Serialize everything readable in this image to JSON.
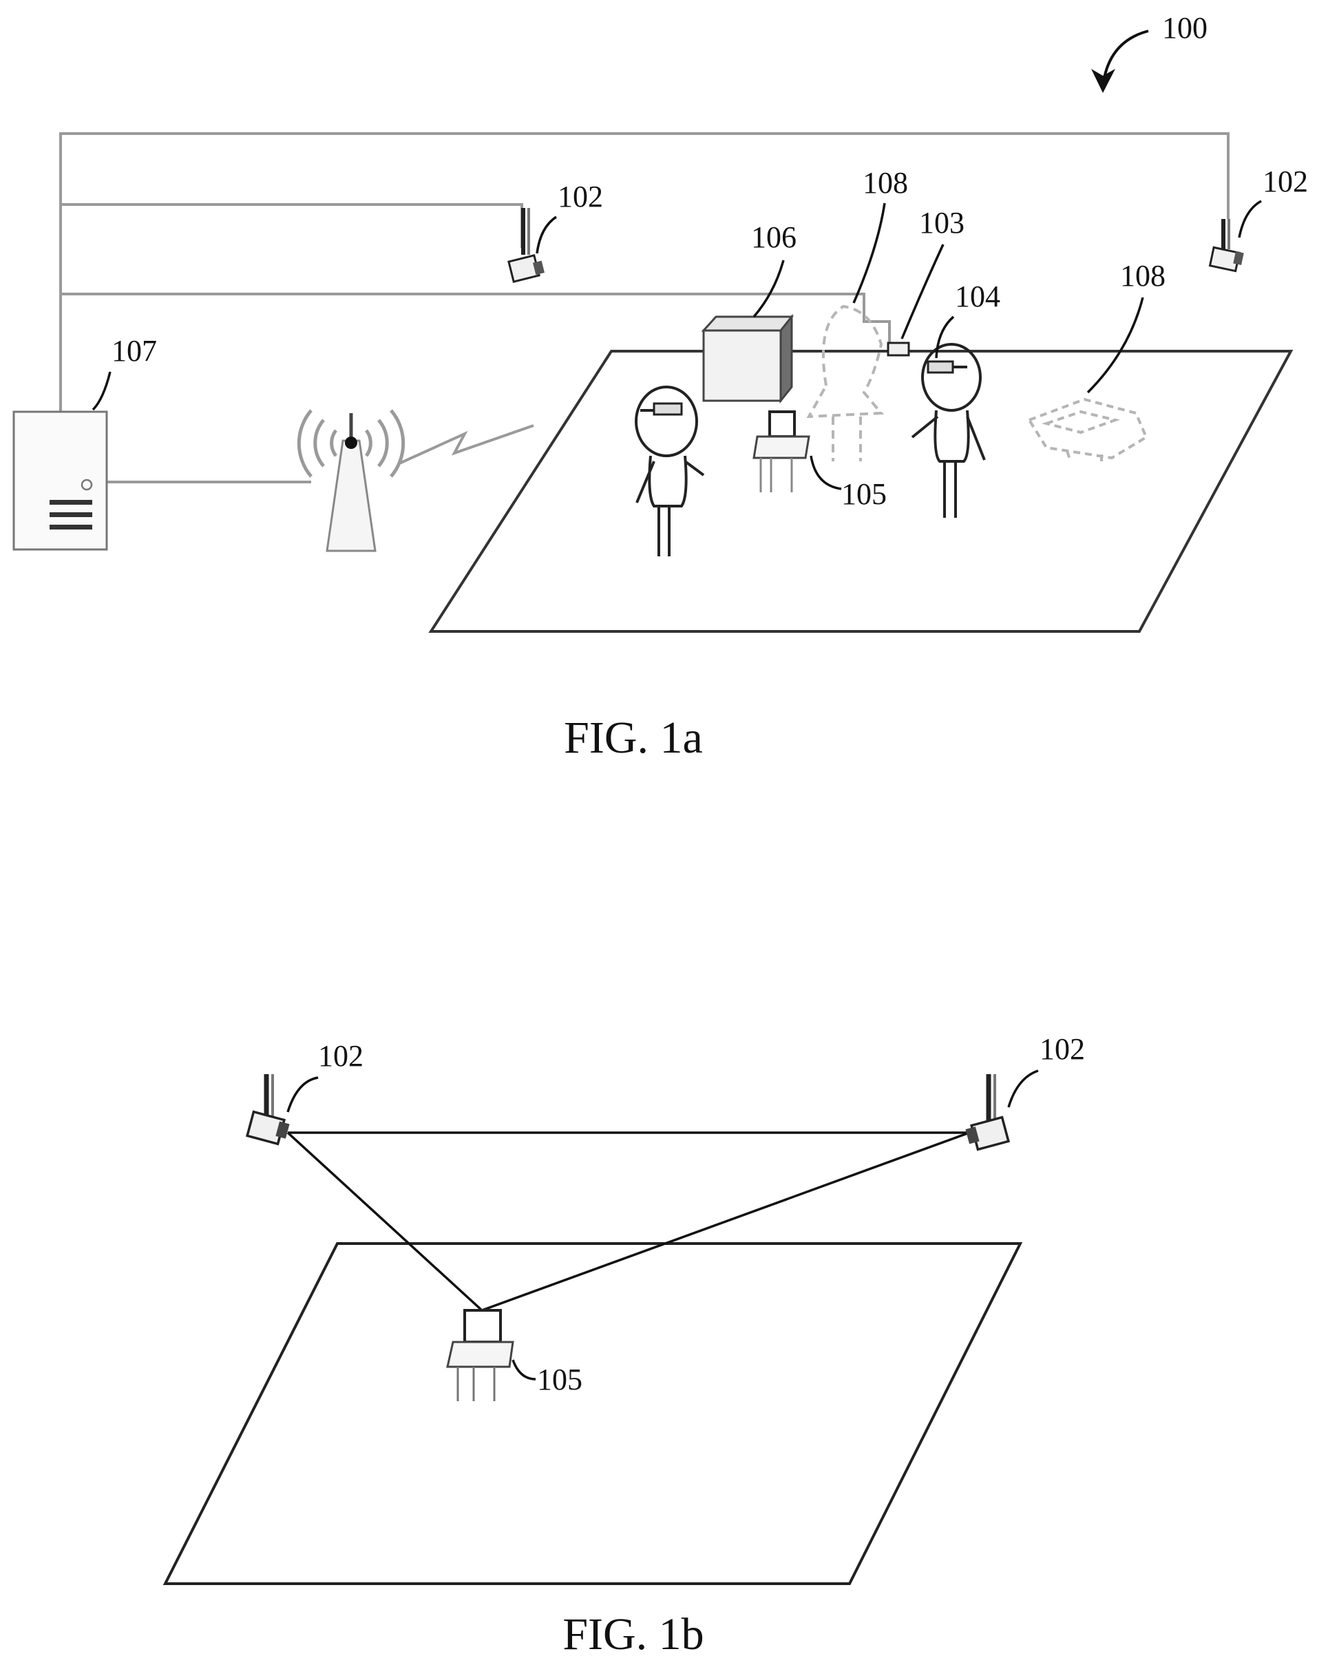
{
  "figure_number": "100",
  "fig1a": {
    "caption": "FIG. 1a",
    "labels": {
      "camera_left": "102",
      "camera_right": "102",
      "sensor": "103",
      "headset": "104",
      "tracked_object": "105",
      "box": "106",
      "server": "107",
      "virtual_person": "108",
      "virtual_car": "108"
    }
  },
  "fig1b": {
    "caption": "FIG. 1b",
    "labels": {
      "camera_left": "102",
      "camera_right": "102",
      "tracked_object": "105"
    }
  },
  "colors": {
    "line": "#111111",
    "network_line": "#9a9a9a",
    "ghost": "#b5b5b5",
    "box_side": "#6e6e6e",
    "box_front": "#f2f2f2"
  }
}
